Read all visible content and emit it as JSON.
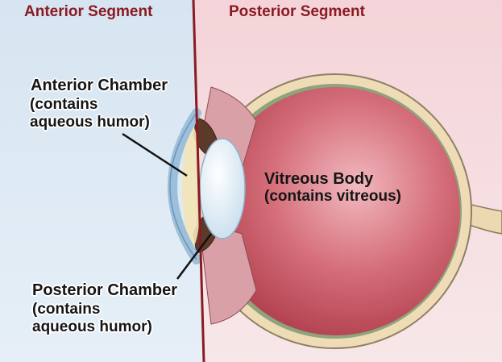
{
  "segments": {
    "anterior_label": "Anterior Segment",
    "posterior_label": "Posterior Segment"
  },
  "labels": {
    "anterior_chamber": {
      "title": "Anterior Chamber",
      "line2": "(contains",
      "line3": "aqueous humor)"
    },
    "posterior_chamber": {
      "title": "Posterior Chamber",
      "line2": "(contains",
      "line3": "aqueous humor)"
    },
    "vitreous_body": {
      "title": "Vitreous Body",
      "line2": "(contains vitreous)"
    }
  },
  "colors": {
    "anterior_background": "#dfeaf4",
    "posterior_background": "#f3dcdf",
    "divider_line": "#8b1a22",
    "sclera": "#efdcb6",
    "vitreous_red": "#b8404d",
    "cornea_blue": "#9cc0dc",
    "lens": "#e6f1f8"
  }
}
